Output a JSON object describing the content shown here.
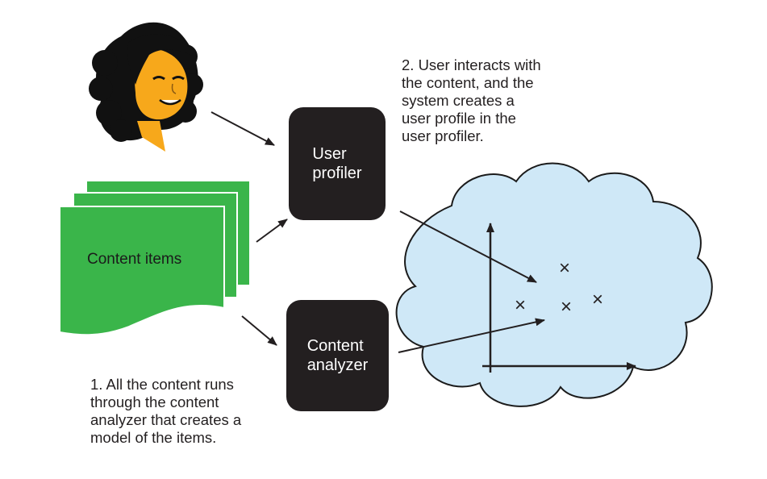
{
  "boxes": {
    "user_profiler": "User\nprofiler",
    "content_analyzer": "Content\nanalyzer"
  },
  "content_items_label": "Content items",
  "notes": {
    "step1": "1. All the content runs\n    through the content\n    analyzer that creates a\n    model of the items.",
    "step2": "2. User interacts with\n    the content, and the\n    system creates a\n    user profile in the\n    user profiler."
  },
  "plot_markers": [
    "×",
    "×",
    "×",
    "×"
  ],
  "colors": {
    "box": "#231f20",
    "content": "#3ab54a",
    "cloud_fill": "#cfe8f7",
    "ink": "#231f20",
    "skin": "#f7a81b"
  }
}
